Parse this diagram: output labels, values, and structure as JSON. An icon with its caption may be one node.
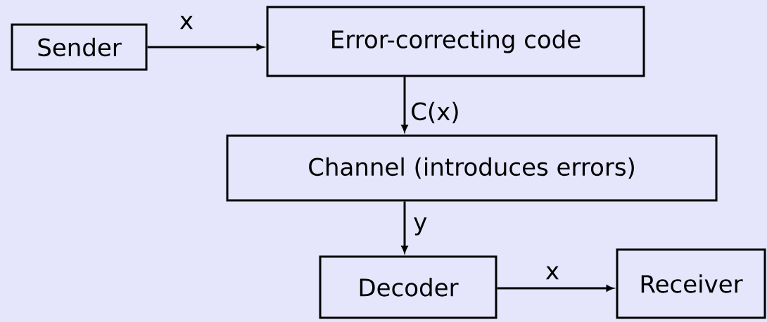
{
  "diagram": {
    "nodes": [
      {
        "text": [
          "Sender"
        ]
      },
      {
        "text": [
          "Error-correcting code"
        ]
      },
      {
        "text": [
          "Channel (introduces errors)"
        ]
      },
      {
        "text": [
          "Decoder"
        ]
      },
      {
        "text": [
          "Receiver"
        ]
      }
    ],
    "edges": [
      {
        "from": 0,
        "to": 1,
        "arrow": "to",
        "label": "x"
      },
      {
        "from": 1,
        "to": 2,
        "arrow": "to",
        "label": "C(x)"
      },
      {
        "from": 2,
        "to": 3,
        "arrow": "to",
        "label": "y"
      },
      {
        "from": 3,
        "to": 4,
        "arrow": "to",
        "label": "x"
      }
    ]
  }
}
